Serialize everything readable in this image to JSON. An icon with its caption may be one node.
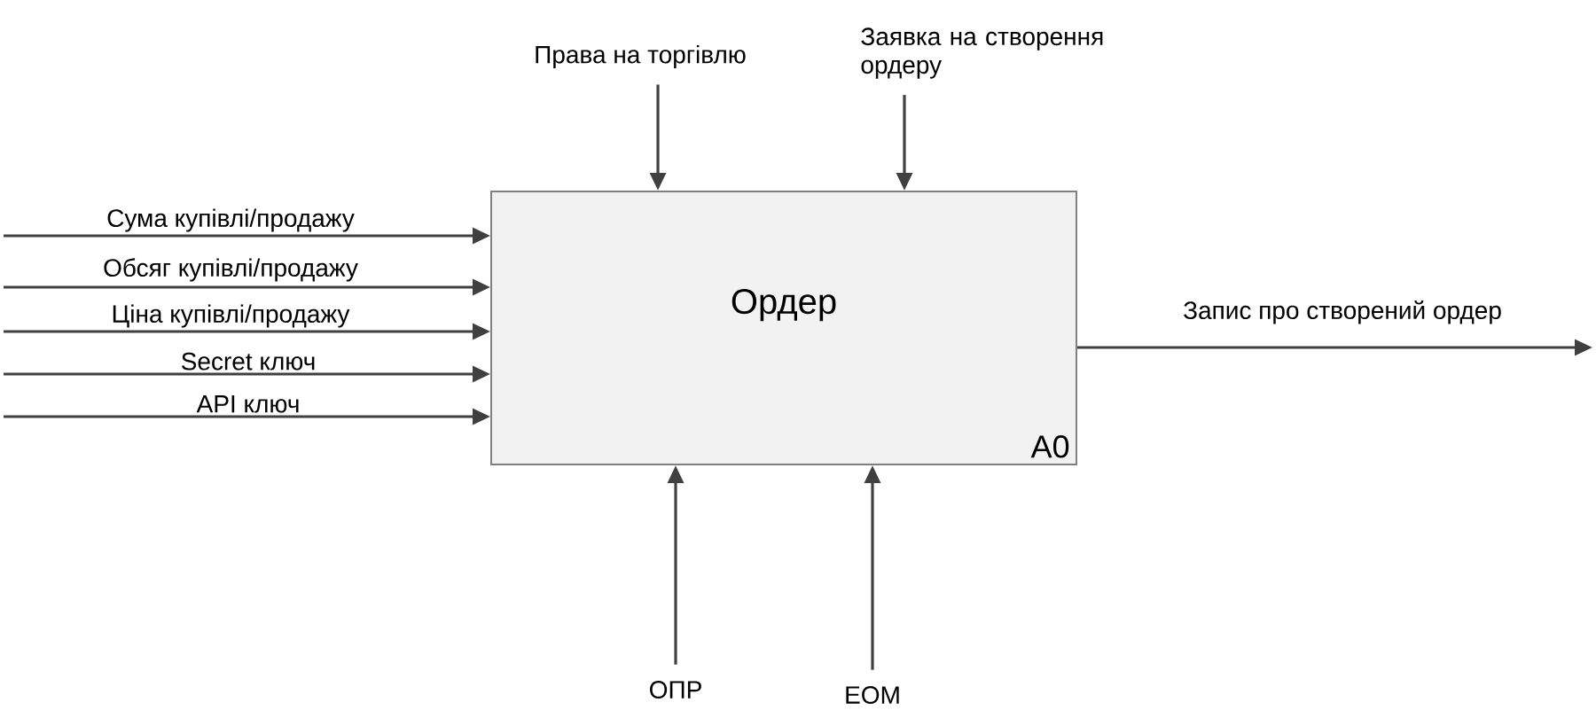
{
  "diagram": {
    "nodes": [
      {
        "text": [
          "Ордер",
          "A0"
        ]
      },
      {
        "text": [
          "Права на торгівлю"
        ]
      },
      {
        "text": [
          "Заявка на створення ордеру"
        ]
      },
      {
        "text": [
          "ОПР"
        ]
      },
      {
        "text": [
          "ЕОМ"
        ]
      }
    ],
    "edges": [
      {
        "from": null,
        "to": 0,
        "arrow": "to",
        "label": "Сума купівлі/продажу"
      },
      {
        "from": null,
        "to": 0,
        "arrow": "to",
        "label": "Обсяг купівлі/продажу"
      },
      {
        "from": null,
        "to": 0,
        "arrow": "to",
        "label": "Ціна купівлі/продажу"
      },
      {
        "from": null,
        "to": 0,
        "arrow": "to",
        "label": "Secret ключ"
      },
      {
        "from": null,
        "to": 0,
        "arrow": "to",
        "label": "API ключ"
      },
      {
        "from": 1,
        "to": 0,
        "arrow": "to"
      },
      {
        "from": 2,
        "to": 0,
        "arrow": "to"
      },
      {
        "from": 3,
        "to": 0,
        "arrow": "to"
      },
      {
        "from": 4,
        "to": 0,
        "arrow": "to"
      },
      {
        "from": 0,
        "to": null,
        "arrow": "to",
        "label": "Запис про створений ордер"
      }
    ]
  }
}
